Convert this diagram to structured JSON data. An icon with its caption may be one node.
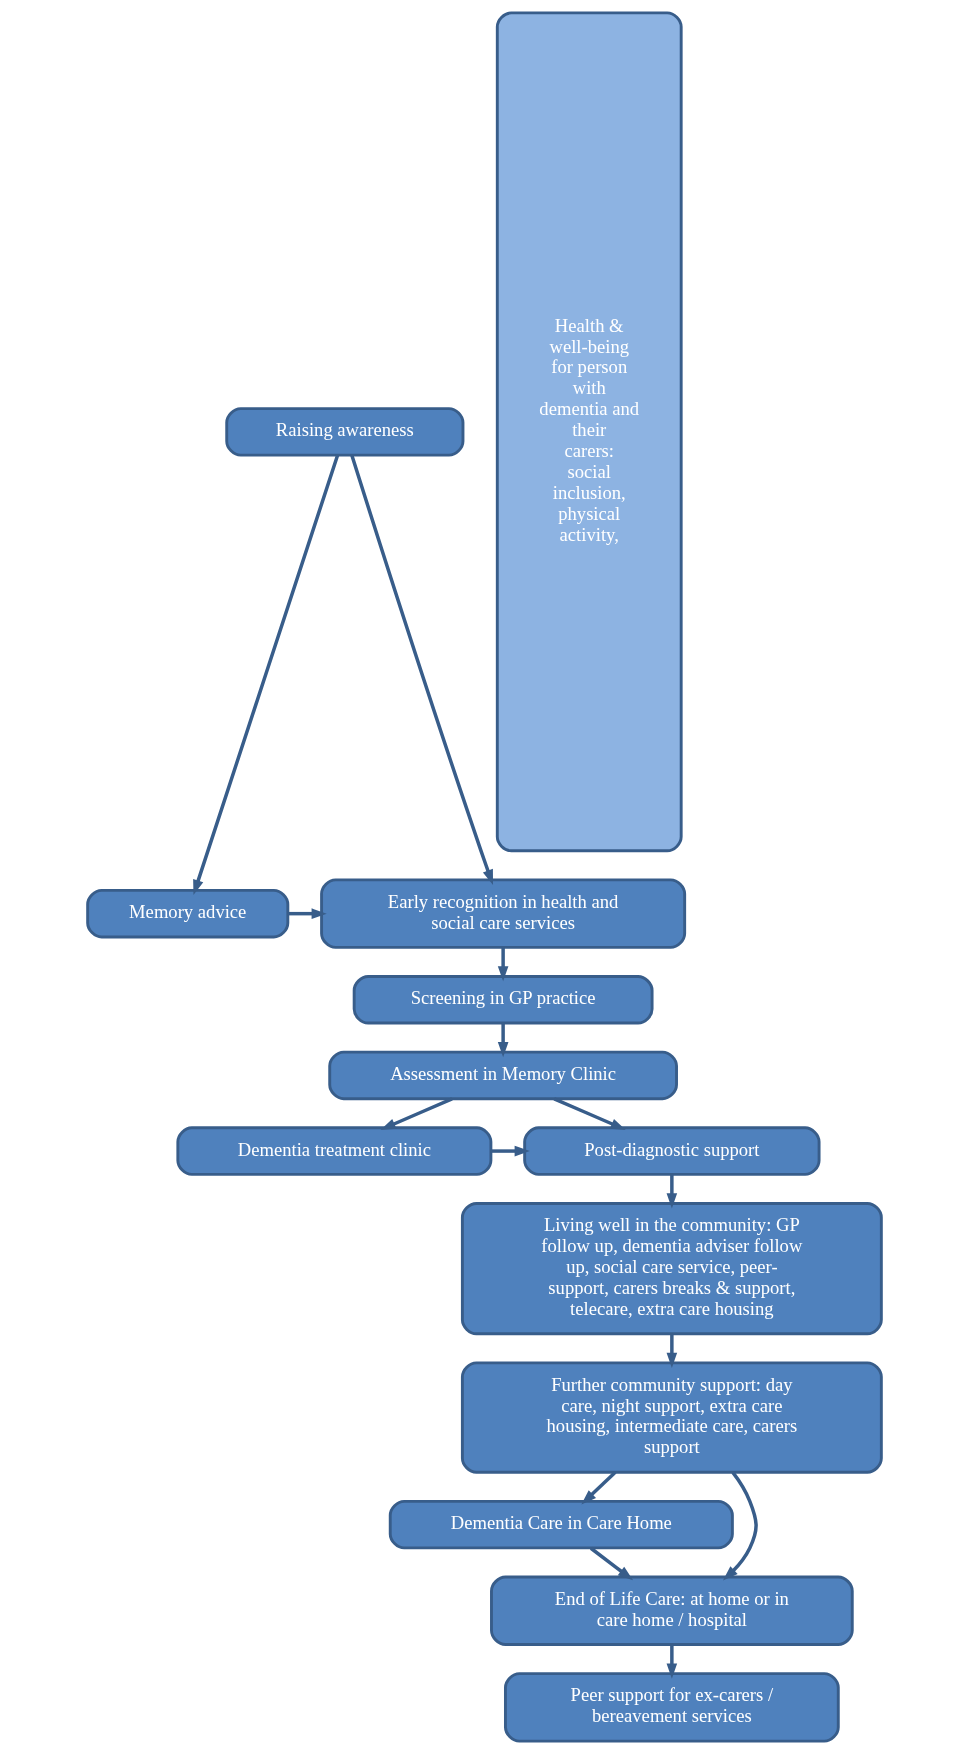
{
  "diagram": {
    "nodes": [
      {
        "text": [
          "Raising awareness"
        ]
      },
      {
        "text": [
          "Early recognition in health and social care services"
        ]
      },
      {
        "text": [
          "Memory advice"
        ]
      },
      {
        "text": [
          "Screening in GP practice"
        ]
      },
      {
        "text": [
          "Assessment in Memory Clinic"
        ]
      },
      {
        "text": [
          "Dementia treatment clinic"
        ]
      },
      {
        "text": [
          "Post-diagnostic support"
        ]
      },
      {
        "text": [
          "Living well in the community: GP follow up, dementia adviser follow up, social care service, peer-support, carers breaks & support, telecare, extra care housing"
        ]
      },
      {
        "text": [
          "Further community support: day care, night support, extra care housing, intermediate care, carers support"
        ]
      },
      {
        "text": [
          "Dementia Care in Care Home"
        ]
      },
      {
        "text": [
          "End of Life Care: at home or in care home / hospital"
        ]
      },
      {
        "text": [
          "Peer support for ex-carers / bereavement services"
        ]
      },
      {
        "text": [
          "Health & well-being for person with dementia and their carers:  social inclusion, physical activity,"
        ]
      }
    ],
    "edges": [
      {
        "from": 0,
        "to": 1,
        "arrow": "to"
      },
      {
        "from": 0,
        "to": 2,
        "arrow": "to"
      },
      {
        "from": 2,
        "to": 1,
        "arrow": "to"
      },
      {
        "from": 1,
        "to": 3,
        "arrow": "to"
      },
      {
        "from": 3,
        "to": 4,
        "arrow": "to"
      },
      {
        "from": 4,
        "to": 5,
        "arrow": "to"
      },
      {
        "from": 4,
        "to": 6,
        "arrow": "to"
      },
      {
        "from": 5,
        "to": 6,
        "arrow": "to"
      },
      {
        "from": 6,
        "to": 7,
        "arrow": "to"
      },
      {
        "from": 7,
        "to": 8,
        "arrow": "to"
      },
      {
        "from": 8,
        "to": 9,
        "arrow": "to"
      },
      {
        "from": 8,
        "to": 10,
        "arrow": "to"
      },
      {
        "from": 9,
        "to": 10,
        "arrow": "to"
      },
      {
        "from": 10,
        "to": 11,
        "arrow": "to"
      }
    ]
  }
}
